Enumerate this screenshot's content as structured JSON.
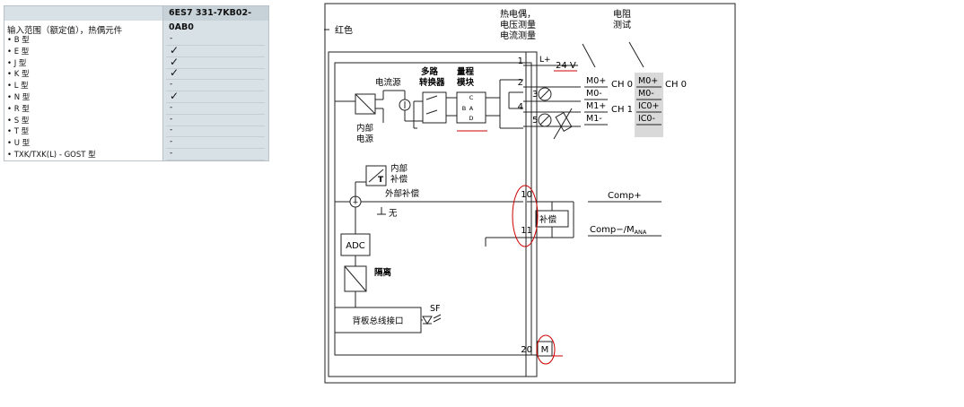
{
  "spec_table": {
    "header": "6ES7 331-7KB02-0AB0",
    "title": "输入范围（额定值），热偶元件",
    "rows": [
      {
        "label": "• B 型",
        "value": "-"
      },
      {
        "label": "• E 型",
        "value": "✓"
      },
      {
        "label": "• J 型",
        "value": "✓"
      },
      {
        "label": "• K 型",
        "value": "✓"
      },
      {
        "label": "• L 型",
        "value": "-"
      },
      {
        "label": "• N 型",
        "value": "✓"
      },
      {
        "label": "• R 型",
        "value": "-"
      },
      {
        "label": "• S 型",
        "value": "-"
      },
      {
        "label": "• T 型",
        "value": "-"
      },
      {
        "label": "• U 型",
        "value": "-"
      },
      {
        "label": "• TXK/TXK(L) - GOST 型",
        "value": "-"
      }
    ]
  },
  "diagram": {
    "red_label": "红色",
    "top_left_header": "热电偶，\n电压测量\n电流测量",
    "top_right_header": "电阻\n测试",
    "current_source": "电流源",
    "multiplexer": "多路\n转换器",
    "range_module": "量程\n模块",
    "internal_power": "内部\n电源",
    "internal_comp": "内部\n补偿",
    "external_comp": "外部补偿",
    "none_label": "无",
    "adc": "ADC",
    "isolation": "隔离",
    "backplane": "背板总线接口",
    "sf": "SF",
    "comp_box": "补偿",
    "supply": "24 V",
    "lplus": "L+",
    "m_label": "M",
    "comp_plus": "Comp+",
    "comp_minus": "Comp−/M",
    "comp_minus_sub": "ANA",
    "terminals": [
      "1",
      "2",
      "3",
      "4",
      "5",
      "10",
      "11",
      "20"
    ],
    "left_signals": [
      "M0+",
      "M0-",
      "M1+",
      "M1-"
    ],
    "right_signals": [
      "M0+",
      "M0-",
      "IC0+",
      "IC0-"
    ],
    "ch0": "CH 0",
    "ch1": "CH 1",
    "ch0_right": "CH 0",
    "range_letters": [
      "C",
      "B",
      "A",
      "D"
    ]
  }
}
